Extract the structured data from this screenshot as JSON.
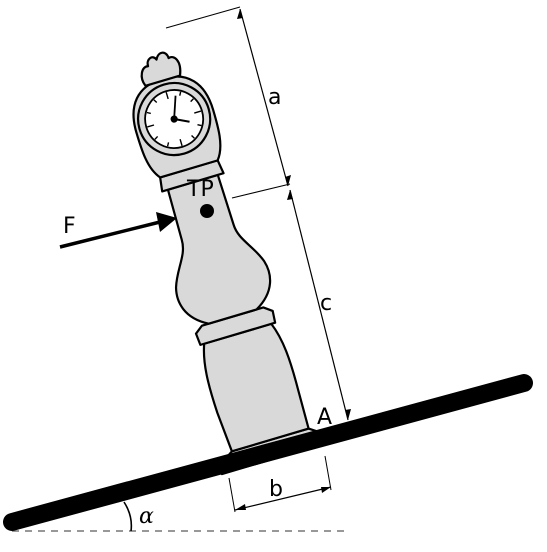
{
  "labels": {
    "a": "a",
    "b": "b",
    "c": "c",
    "force": "F",
    "center_of_mass": "TP",
    "pivot_point": "A",
    "angle": "α"
  },
  "colors": {
    "clock_fill": "#d9d9d9",
    "dial_fill": "#ffffff",
    "line": "#000000",
    "ground_reference": "#777777"
  }
}
